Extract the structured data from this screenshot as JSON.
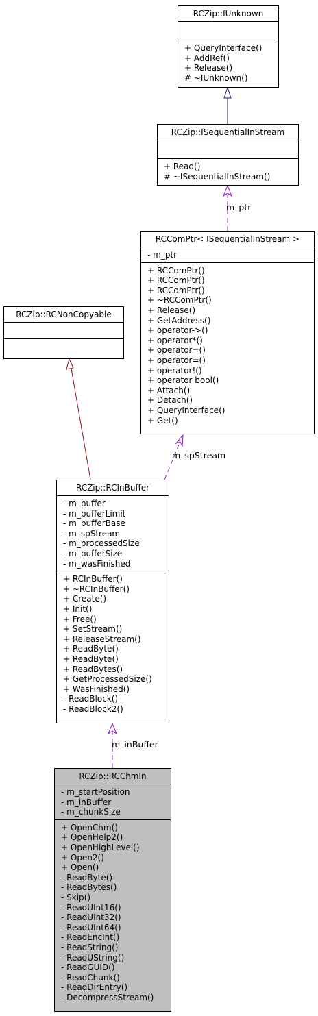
{
  "classes": {
    "iunknown": {
      "name": "RCZip::IUnknown",
      "attributes": [],
      "methods": [
        "+ QueryInterface()",
        "+ AddRef()",
        "+ Release()",
        "# ~IUnknown()"
      ]
    },
    "isequentialinstream": {
      "name": "RCZip::ISequentialInStream",
      "attributes": [],
      "methods": [
        "+ Read()",
        "# ~ISequentialInStream()"
      ]
    },
    "rccomptr": {
      "name": "RCComPtr< ISequentialInStream >",
      "attributes": [
        "- m_ptr"
      ],
      "methods": [
        "+ RCComPtr()",
        "+ RCComPtr()",
        "+ RCComPtr()",
        "+ ~RCComPtr()",
        "+ Release()",
        "+ GetAddress()",
        "+ operator->()",
        "+ operator*()",
        "+ operator=()",
        "+ operator=()",
        "+ operator!()",
        "+ operator bool()",
        "+ Attach()",
        "+ Detach()",
        "+ QueryInterface()",
        "+ Get()"
      ]
    },
    "rcnoncopyable": {
      "name": "RCZip::RCNonCopyable",
      "attributes": [],
      "methods": []
    },
    "rcinbuffer": {
      "name": "RCZip::RCInBuffer",
      "attributes": [
        "- m_buffer",
        "- m_bufferLimit",
        "- m_bufferBase",
        "- m_spStream",
        "- m_processedSize",
        "- m_bufferSize",
        "- m_wasFinished"
      ],
      "methods": [
        "+ RCInBuffer()",
        "+ ~RCInBuffer()",
        "+ Create()",
        "+ Init()",
        "+ Free()",
        "+ SetStream()",
        "+ ReleaseStream()",
        "+ ReadByte()",
        "+ ReadByte()",
        "+ ReadBytes()",
        "+ GetProcessedSize()",
        "+ WasFinished()",
        "- ReadBlock()",
        "- ReadBlock2()"
      ]
    },
    "rcchmin": {
      "name": "RCZip::RCChmIn",
      "attributes": [
        "- m_startPosition",
        "- m_inBuffer",
        "- m_chunkSize"
      ],
      "methods": [
        "+ OpenChm()",
        "+ OpenHelp2()",
        "+ OpenHighLevel()",
        "+ Open2()",
        "+ Open()",
        "- ReadByte()",
        "- ReadBytes()",
        "- Skip()",
        "- ReadUInt16()",
        "- ReadUInt32()",
        "- ReadUInt64()",
        "- ReadEncInt()",
        "- ReadString()",
        "- ReadUString()",
        "- ReadGUID()",
        "- ReadChunk()",
        "- ReadDirEntry()",
        "- DecompressStream()"
      ]
    }
  },
  "edge_labels": {
    "m_ptr": "m_ptr",
    "m_spStream": "m_spStream",
    "m_inBuffer": "m_inBuffer"
  },
  "colors": {
    "inheritance_public": "#191970",
    "inheritance_private": "#8b1a1a",
    "usage": "#9a32cd",
    "focus_fill": "#bfbfbf"
  }
}
